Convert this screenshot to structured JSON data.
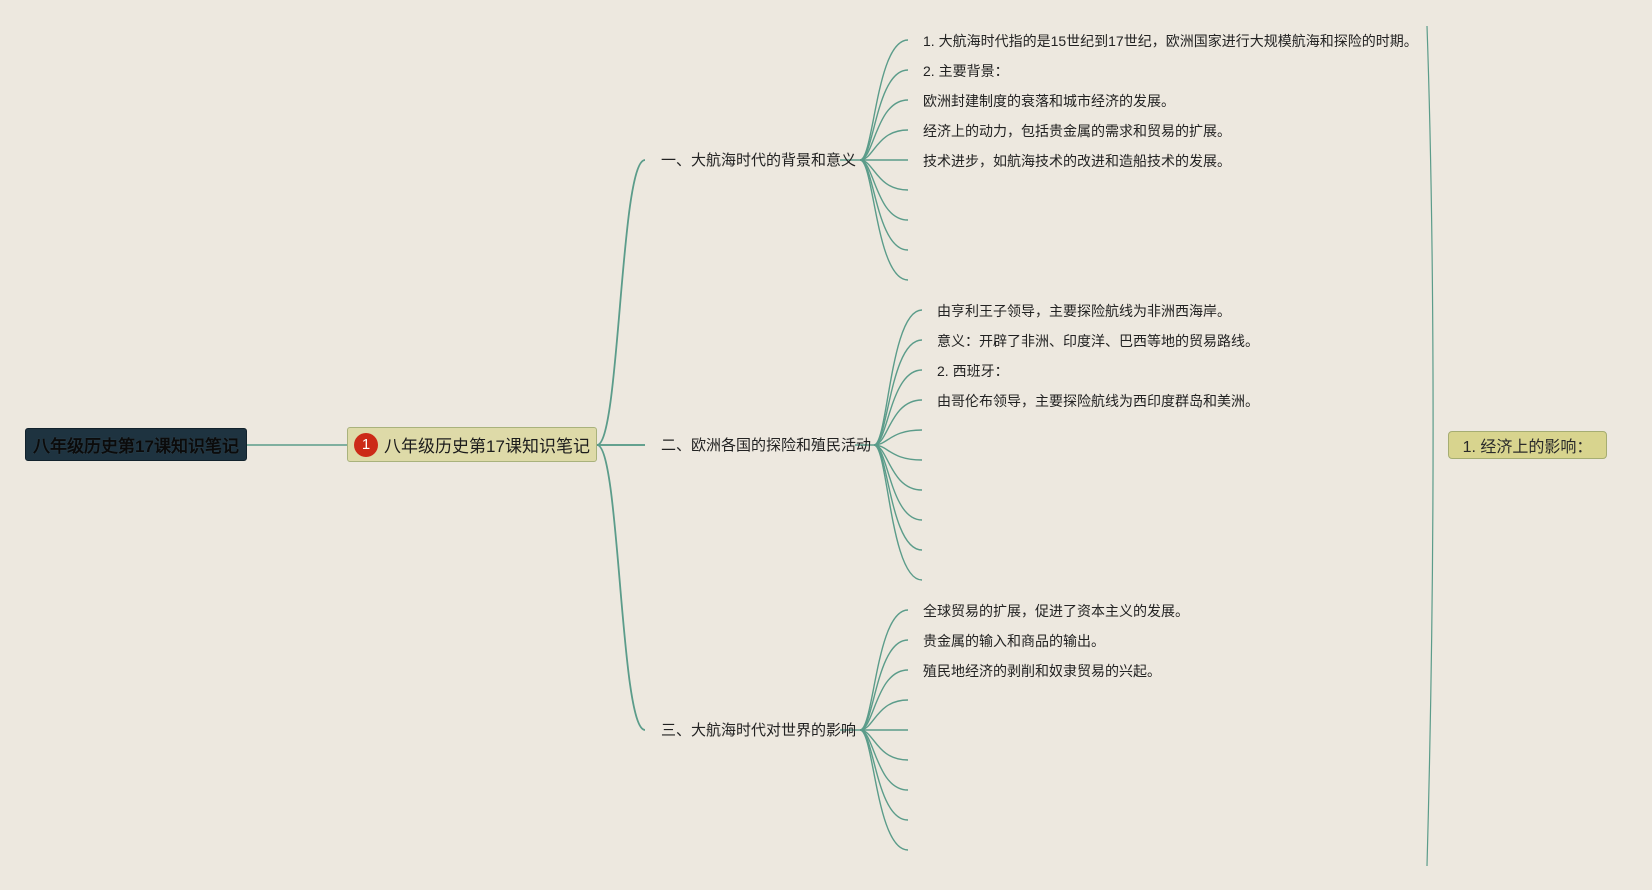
{
  "root": {
    "label": "八年级历史第17课知识笔记"
  },
  "center": {
    "marker": "1",
    "label": "八年级历史第17课知识笔记"
  },
  "topics": [
    {
      "label": "一、大航海时代的背景和意义",
      "leaves": [
        "1. 大航海时代指的是15世纪到17世纪，欧洲国家进行大规模航海和探险的时期。",
        "2. 主要背景：",
        "欧洲封建制度的衰落和城市经济的发展。",
        "经济上的动力，包括贵金属的需求和贸易的扩展。",
        "技术进步，如航海技术的改进和造船技术的发展。",
        "",
        "",
        "",
        ""
      ]
    },
    {
      "label": "二、欧洲各国的探险和殖民活动",
      "leaves": [
        "由亨利王子领导，主要探险航线为非洲西海岸。",
        "意义：开辟了非洲、印度洋、巴西等地的贸易路线。",
        "2. 西班牙：",
        "由哥伦布领导，主要探险航线为西印度群岛和美洲。",
        "",
        "",
        "",
        "",
        ""
      ]
    },
    {
      "label": "三、大航海时代对世界的影响",
      "leaves": [
        "全球贸易的扩展，促进了资本主义的发展。",
        "贵金属的输入和商品的输出。",
        "殖民地经济的剥削和奴隶贸易的兴起。",
        "",
        "",
        "",
        "",
        "",
        ""
      ]
    }
  ],
  "floating": {
    "label": "1. 经济上的影响："
  },
  "colors": {
    "background": "#ede8df",
    "branch": "#5b9c8a",
    "root_fill": "#1e3340",
    "center_fill": "#dedaa8",
    "float_fill": "#d8d48e",
    "marker": "#cc2a17"
  }
}
